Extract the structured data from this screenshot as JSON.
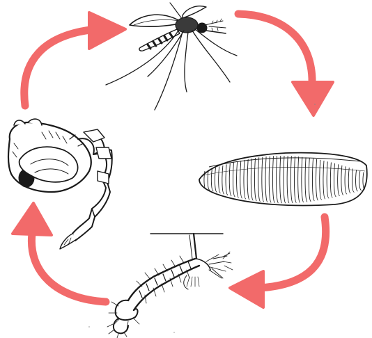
{
  "diagram": {
    "subject": "mosquito-life-cycle",
    "stages": [
      {
        "id": "adult",
        "icon": "adult-mosquito-illustration"
      },
      {
        "id": "eggs",
        "icon": "egg-raft-illustration"
      },
      {
        "id": "larva",
        "icon": "larva-illustration"
      },
      {
        "id": "pupa",
        "icon": "pupa-illustration"
      }
    ],
    "arrow_color": "#f26a6a",
    "ink_color": "#1a1a1a"
  }
}
